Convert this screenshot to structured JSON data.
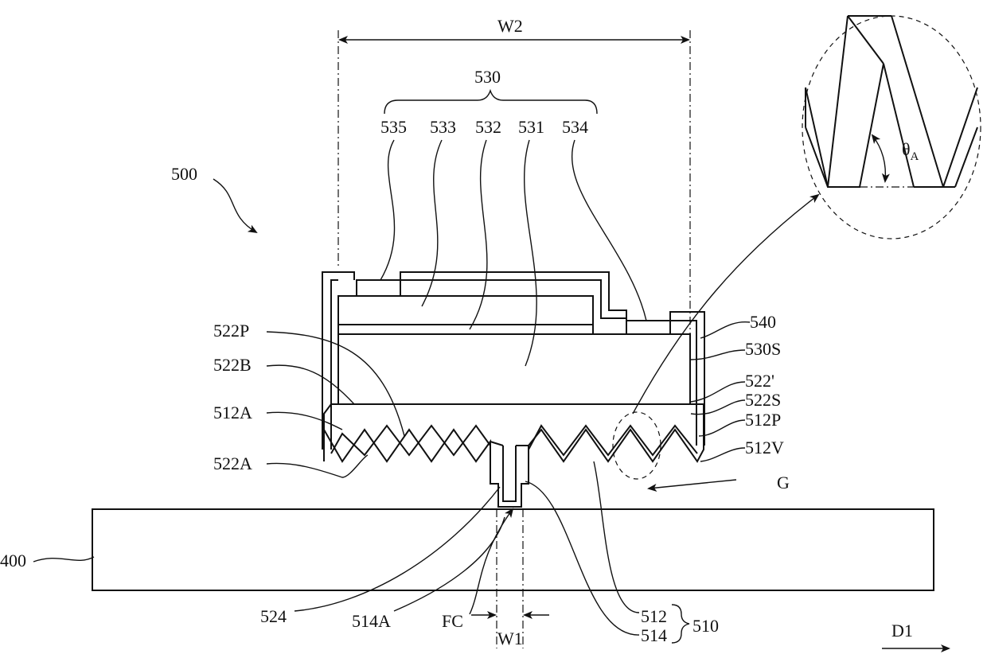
{
  "labels": {
    "w2": "W2",
    "l530": "530",
    "l535": "535",
    "l533": "533",
    "l532": "532",
    "l531": "531",
    "l534": "534",
    "l500": "500",
    "l540": "540",
    "l530S": "530S",
    "l522P": "522P",
    "l522B": "522B",
    "l522p": "522'",
    "l522S": "522S",
    "l512A": "512A",
    "l512P": "512P",
    "l512V": "512V",
    "l522A": "522A",
    "G": "G",
    "l400": "400",
    "l524": "524",
    "l514A": "514A",
    "FC": "FC",
    "W1": "W1",
    "l512": "512",
    "l514": "514",
    "l510": "510",
    "D1": "D1",
    "theta": "θ",
    "thetaSub": "A"
  }
}
